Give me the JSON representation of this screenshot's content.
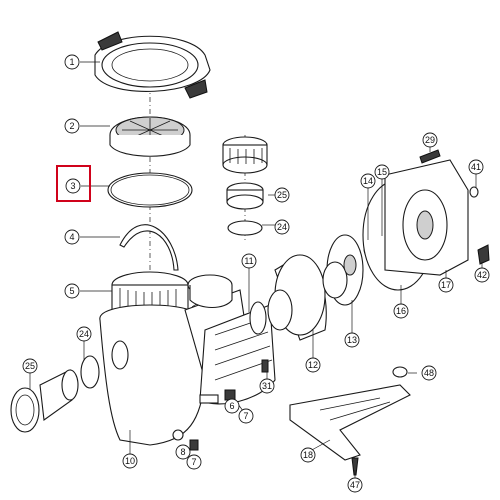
{
  "diagram": {
    "highlight_color": "#d0021b",
    "highlighted_callout": "3",
    "callouts": [
      "1",
      "2",
      "3",
      "4",
      "5",
      "10",
      "11",
      "12",
      "13",
      "14",
      "15",
      "16",
      "17",
      "18",
      "24",
      "24",
      "25",
      "25",
      "29",
      "31",
      "41",
      "42",
      "47",
      "48",
      "6",
      "7",
      "7",
      "8"
    ]
  }
}
